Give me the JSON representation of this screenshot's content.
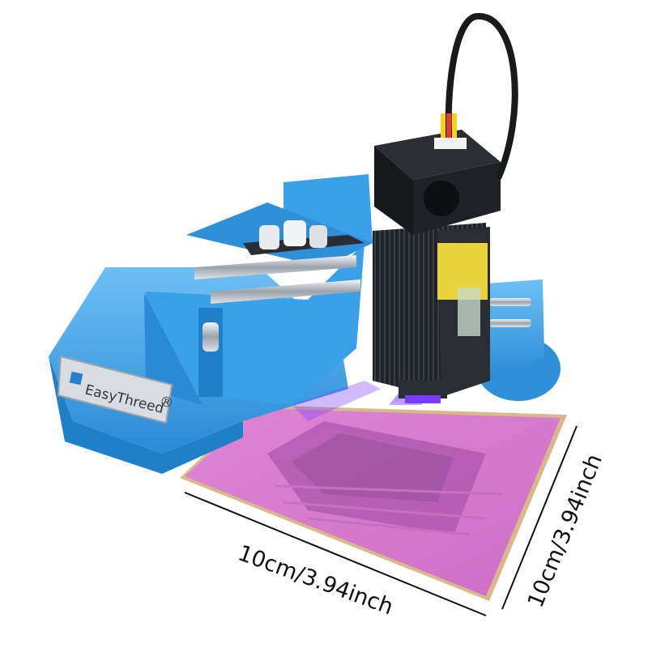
{
  "product": {
    "brand_name": "EasyThreed",
    "brand_mark": "®",
    "colors": {
      "body_blue": "#3aa0e8",
      "body_blue_dark": "#1f7fc8",
      "body_blue_light": "#6cc0f5",
      "laser_black": "#1c1f22",
      "warning_yellow": "#e8d43a",
      "engraving_board": "#d97ad0",
      "wood_edge": "#d9b98a",
      "laser_violet": "#7a3cff"
    }
  },
  "dimensions": {
    "width_label": "10cm/3.94inch",
    "depth_label": "10cm/3.94inch"
  }
}
